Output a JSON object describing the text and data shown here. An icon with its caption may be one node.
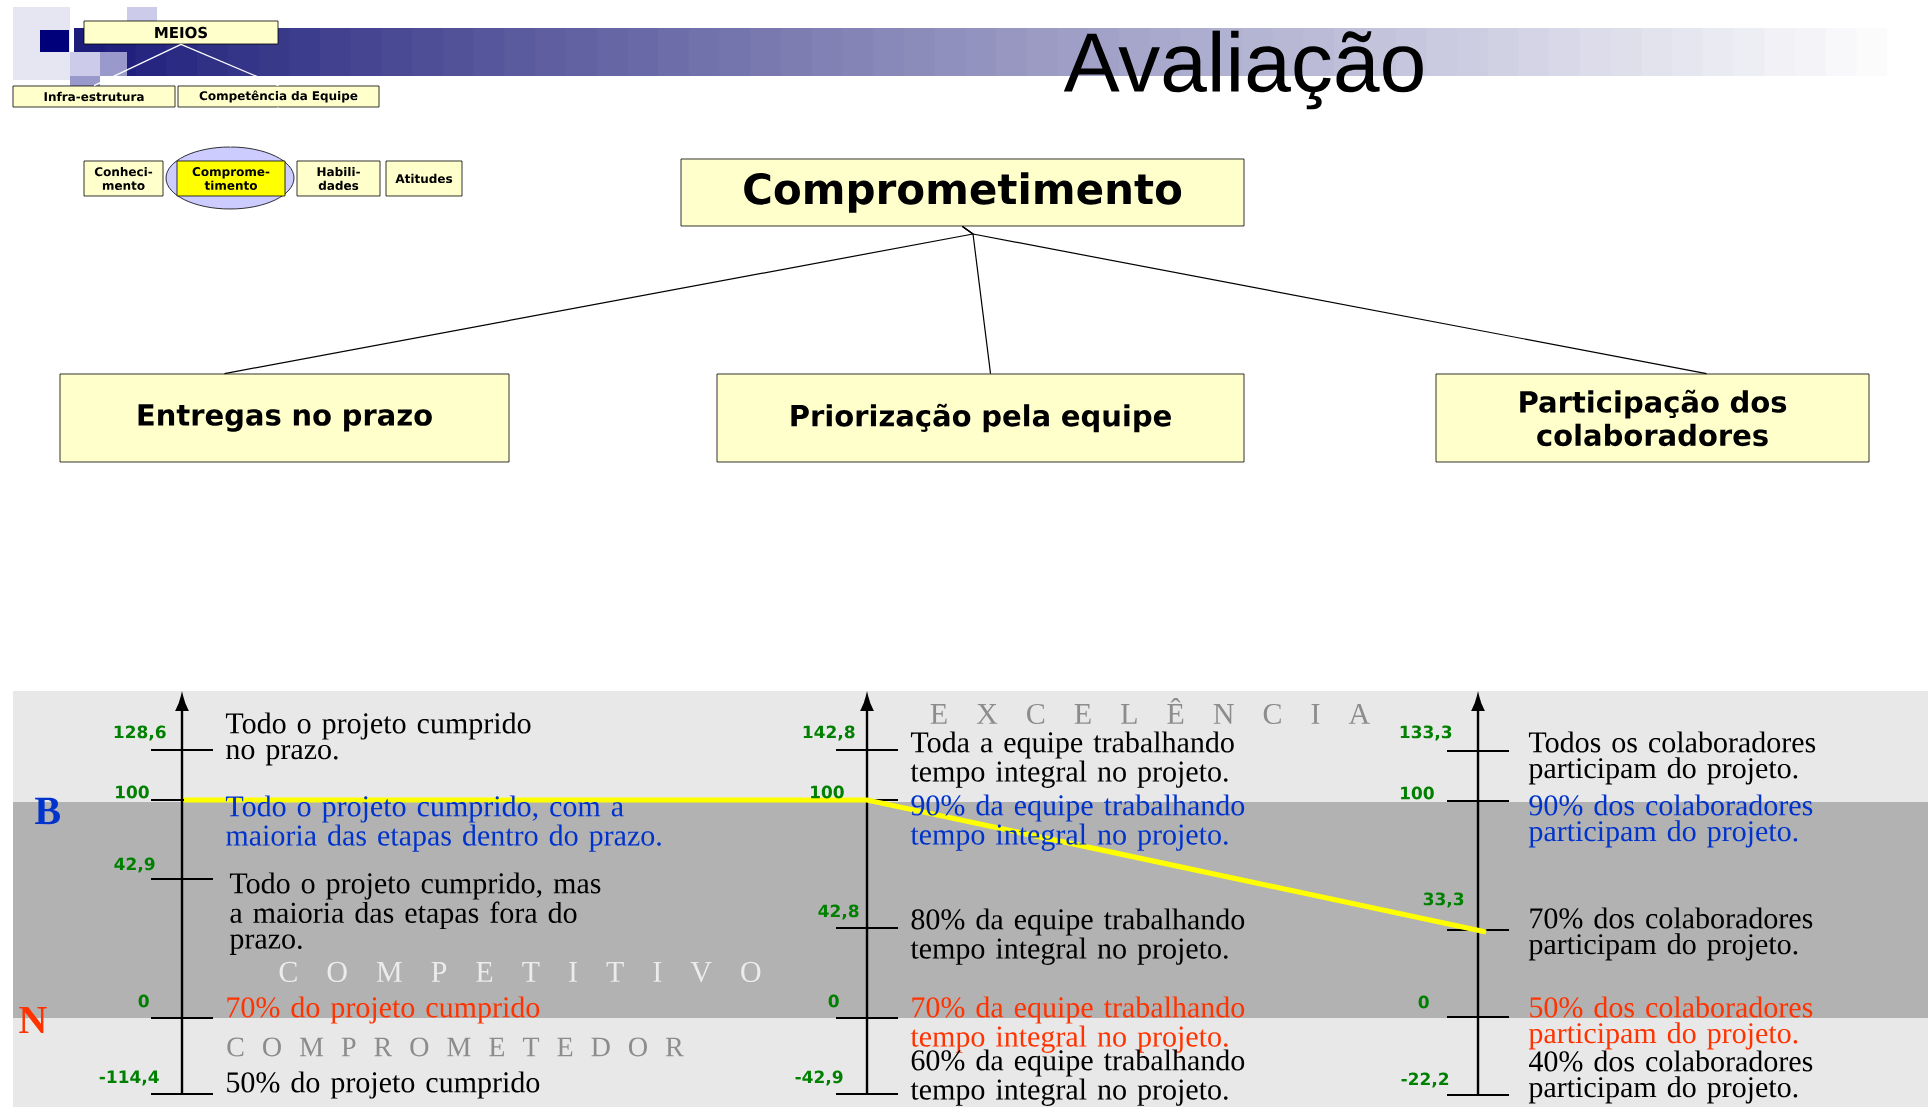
{
  "diagram": {
    "title": "Avaliação",
    "nodes": [
      {
        "text": [
          "MEIOS"
        ]
      },
      {
        "text": [
          "Infra-estrutura"
        ]
      },
      {
        "text": [
          "Competência da Equipe"
        ]
      },
      {
        "text": [
          "Conheci- mento"
        ]
      },
      {
        "text": [],
        "shape": "ellipse"
      },
      {
        "text": [
          "Comprome- timento"
        ],
        "in": 4
      },
      {
        "text": [
          "Habili- dades"
        ]
      },
      {
        "text": [
          "Atitudes"
        ]
      },
      {
        "text": [
          "Comprometimento"
        ]
      },
      {
        "text": [
          "Entregas no prazo"
        ]
      },
      {
        "text": [
          "Priorização pela equipe"
        ]
      },
      {
        "text": [
          "Participação dos colaboradores"
        ]
      }
    ],
    "edges": [
      {
        "from": 0,
        "to": 1,
        "arrow": "none",
        "color": "#ffffff"
      },
      {
        "from": 0,
        "to": 2,
        "arrow": "none",
        "color": "#ffffff"
      },
      {
        "from": 2,
        "to": 4,
        "arrow": "none",
        "color": "#ffffff"
      },
      {
        "from": 8,
        "to": 9,
        "arrow": "none",
        "color": "#000000"
      },
      {
        "from": 8,
        "to": 10,
        "arrow": "none",
        "color": "#000000"
      },
      {
        "from": 8,
        "to": 11,
        "arrow": "none",
        "color": "#000000"
      }
    ],
    "labels": [
      "E X C E L Ê N C I A",
      "C O M P E T I T I V O",
      "C O M P R O M E T E D O R",
      "B",
      "N",
      "128,6",
      "Todo o projeto cumprido no prazo.",
      "100",
      "Todo o projeto cumprido, com a maioria das etapas dentro do prazo.",
      "42,9",
      "Todo o projeto cumprido, mas a maioria das etapas fora do prazo.",
      "0",
      "70% do projeto cumprido",
      "-114,4",
      "50% do projeto cumprido",
      "142,8",
      "Toda a equipe trabalhando tempo integral no projeto.",
      "100",
      "90% da equipe trabalhando tempo integral no projeto.",
      "42,8",
      "80% da equipe trabalhando tempo integral no projeto.",
      "0",
      "70% da equipe trabalhando tempo integral no projeto.",
      "-42,9",
      "60% da equipe trabalhando tempo integral no projeto.",
      "133,3",
      "Todos os colaboradores participam do projeto.",
      "100",
      "90% dos colaboradores participam do projeto.",
      "33,3",
      "70% dos colaboradores participam do projeto.",
      "0",
      "50% dos colaboradores participam do projeto.",
      "-22,2",
      "40% dos colaboradores participam do projeto."
    ]
  }
}
